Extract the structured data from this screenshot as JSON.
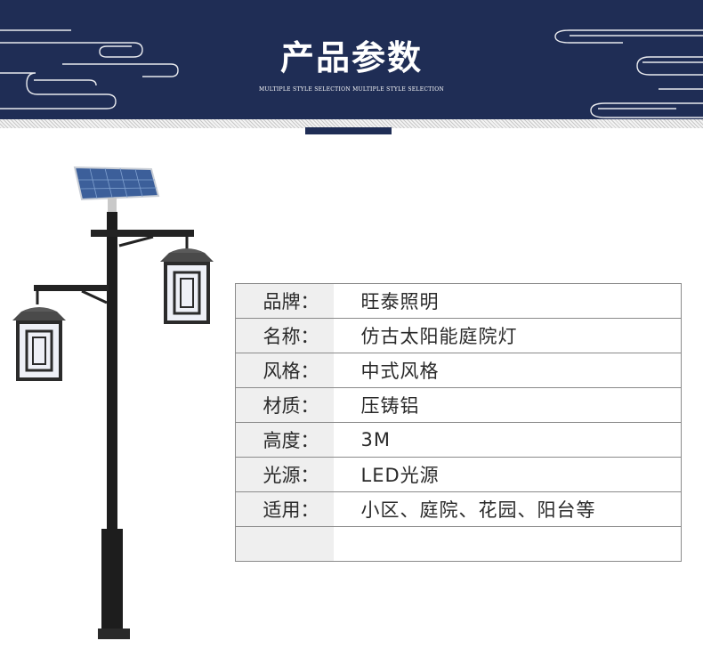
{
  "header": {
    "title": "产品参数",
    "subtitle": "MULTIPLE STYLE SELECTION MULTIPLE STYLE SELECTION"
  },
  "colors": {
    "banner_navy": "#1f2d55",
    "label_bg": "#efefef",
    "text": "#2a2a2a"
  },
  "specs": [
    {
      "label": "品牌：",
      "value": "旺泰照明"
    },
    {
      "label": "名称：",
      "value": "仿古太阳能庭院灯"
    },
    {
      "label": "风格：",
      "value": "中式风格"
    },
    {
      "label": "材质：",
      "value": "压铸铝"
    },
    {
      "label": "高度：",
      "value": "3M"
    },
    {
      "label": "光源：",
      "value": "LED光源"
    },
    {
      "label": "适用：",
      "value": "小区、庭院、花园、阳台等"
    },
    {
      "label": "",
      "value": ""
    }
  ],
  "product_image": {
    "icon": "solar-garden-lamp-icon"
  }
}
